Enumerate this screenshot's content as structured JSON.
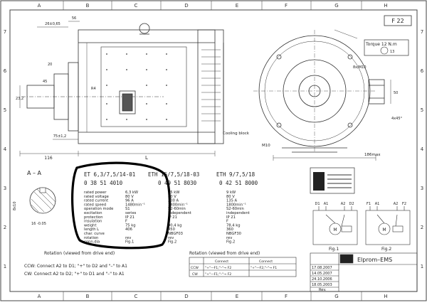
{
  "sheet": {
    "code": "F 22",
    "cols": [
      "A",
      "B",
      "C",
      "D",
      "E",
      "F",
      "G",
      "H"
    ],
    "rows": [
      "7",
      "6",
      "5",
      "4",
      "3",
      "2",
      "1"
    ]
  },
  "drawing": {
    "torque": "Torque 12 N.m",
    "torque_num": "13",
    "cooling": "Cooling block",
    "section": "A – A",
    "dims": {
      "d1": "26±0,65",
      "d2": "56",
      "d3": "75±1,2",
      "d4": "116",
      "d5": "L",
      "d6": "186max",
      "d7": "4x45°",
      "d8": "50",
      "d9": "M10",
      "d10": "16 -0.05",
      "d11": "8x10",
      "d12": "20",
      "d13": "23,2",
      "d14": "45",
      "d15": "R4",
      "d16": "8x/M10"
    }
  },
  "spec": {
    "models": [
      {
        "name": "ET 6,3/7,5/14-01",
        "code": "0 38 51 4010"
      },
      {
        "name": "ETH 15/7,5/18-03",
        "code": "0 49 51 8030"
      },
      {
        "name": "ETH 9/7,5/18",
        "code": "0 42 51 8000"
      }
    ],
    "labels": [
      "rated power",
      "rated voltage",
      "rated current",
      "rated speed",
      "operation mode",
      "excitation",
      "protection",
      "insulation",
      "weight",
      "length L",
      "char. curve",
      "rotation",
      "conn.dia"
    ],
    "col1": [
      "6,3 kW",
      "80 V",
      "96 A",
      "1480min⁻¹",
      "S1",
      "series",
      "IP 21",
      "F",
      "75 kg",
      "406",
      "",
      "rev",
      "Fig.1"
    ],
    "col2": [
      "15 kW",
      "80 V",
      "230 A",
      "1800min⁻¹",
      "S2-60min",
      "independent",
      "IP 21",
      "F",
      "90,4 kg",
      "450",
      "NBGF03",
      "rev",
      "Fig.2"
    ],
    "col3": [
      "9 kW",
      "80 V",
      "135 A",
      "1800min⁻¹",
      "S2-60min",
      "independent",
      "IP 21",
      "F",
      "78,4 kg",
      "360",
      "NBGF30",
      "rev",
      "Fig.2"
    ]
  },
  "rotation": {
    "title": "Rotation (viewed from drive end)",
    "ccw": "CCW: Connect A2 to D1; \"+\" to D2 and \"–\" to A1",
    "cw": "CW: Connect A2 to D2; \"+\" to D1 and \"–\" to A1"
  },
  "conn_table": {
    "title": "Rotation (viewed from drive end)",
    "header": "Connect",
    "rows": [
      {
        "dir": "CCW",
        "a": "\"+\"—F1;\"–\"→ F2",
        "b": "\"+\"—F2;\"–\"→ F1"
      },
      {
        "dir": "CW",
        "a": "\"+\"—F1;\"–\"→ F2",
        "b": ""
      }
    ]
  },
  "figures": {
    "fig1": "Fig.1",
    "fig2": "Fig.2",
    "fig1_terms": [
      "D1",
      "A1",
      "A2",
      "D2"
    ],
    "fig2_terms": [
      "F1",
      "A1",
      "A2",
      "F2"
    ],
    "motor": "M"
  },
  "title_block": {
    "company": "Elprom–EMS",
    "dates": [
      "17.08.2007",
      "14.05.2007",
      "24.10.2006",
      "18.05.2003"
    ],
    "rev": "Rev."
  },
  "colors": {
    "line": "#3c3c3c",
    "highlight": "#000000"
  }
}
